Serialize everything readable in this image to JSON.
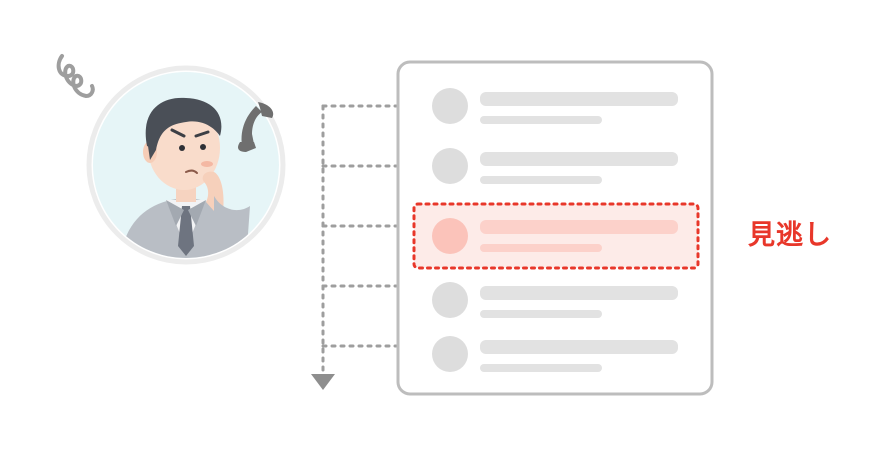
{
  "missed_label": "見逃し",
  "colors": {
    "alert_red": "#E8372A",
    "highlight_fill": "#FDEBE8",
    "highlight_circle": "#FBC3BA",
    "highlight_bar": "#FCD1CA",
    "gray_item": "#DDDDDD",
    "gray_bar": "#E2E2E2",
    "panel_border": "#BDBDBD",
    "connector": "#9E9E9E",
    "avatar_bg": "#E6F5F7"
  },
  "list": {
    "item_count": 5,
    "highlighted_index": 2
  },
  "icons": {
    "person": "worried-person-icon",
    "phone": "phone-handset-icon",
    "squiggle": "dizzy-squiggle-icon",
    "arrow": "down-arrow-icon"
  }
}
